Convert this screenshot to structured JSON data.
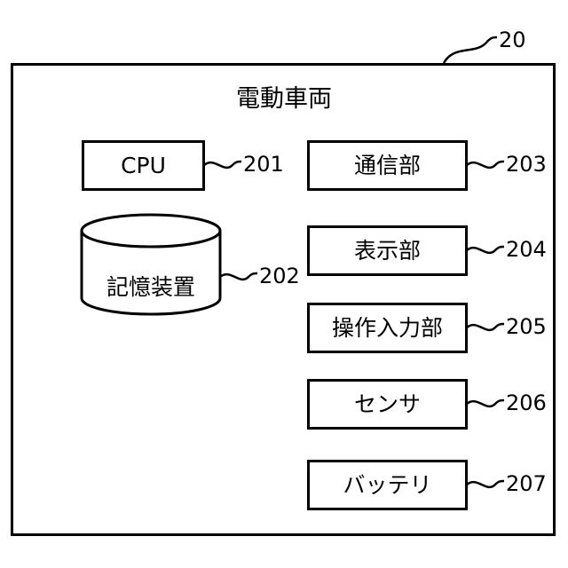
{
  "diagram": {
    "container": {
      "title": "電動車両",
      "ref": "20"
    },
    "components": [
      {
        "id": "cpu",
        "label": "CPU",
        "ref": "201"
      },
      {
        "id": "storage",
        "label": "記憶装置",
        "ref": "202"
      },
      {
        "id": "comm",
        "label": "通信部",
        "ref": "203"
      },
      {
        "id": "display",
        "label": "表示部",
        "ref": "204"
      },
      {
        "id": "input",
        "label": "操作入力部",
        "ref": "205"
      },
      {
        "id": "sensor",
        "label": "センサ",
        "ref": "206"
      },
      {
        "id": "battery",
        "label": "バッテリ",
        "ref": "207"
      }
    ]
  }
}
